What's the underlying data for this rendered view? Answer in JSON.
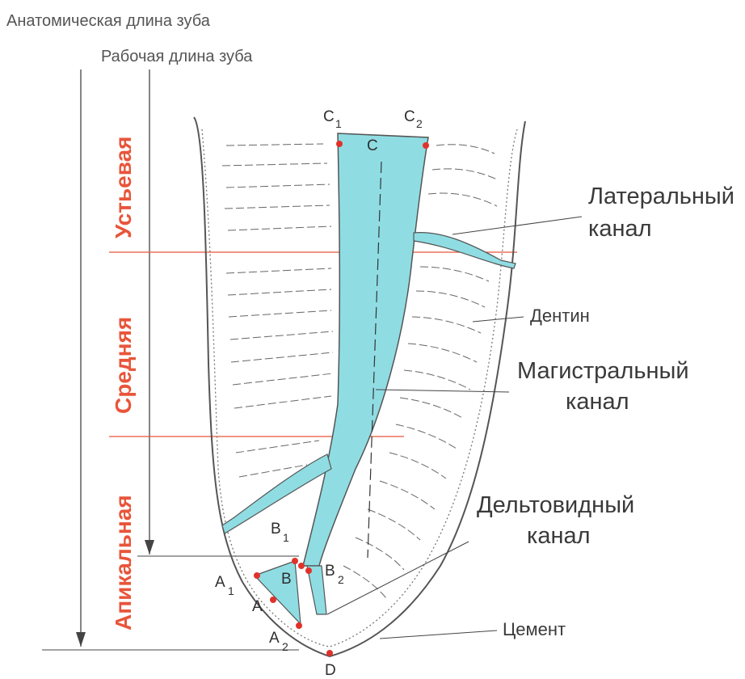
{
  "header": {
    "anatomical_length": "Анатомическая длина зуба",
    "working_length": "Рабочая длина зуба"
  },
  "zones": {
    "upper": "Устьевая",
    "middle": "Средняя",
    "apical": "Апикальная",
    "color": "#e8553a"
  },
  "labels": {
    "lateral_canal_1": "Латеральный",
    "lateral_canal_2": "канал",
    "dentin": "Дентин",
    "main_canal_1": "Магистральный",
    "main_canal_2": "канал",
    "deltoid_canal_1": "Дельтовидный",
    "deltoid_canal_2": "канал",
    "cement": "Цемент"
  },
  "points": {
    "c": "C",
    "c1": "C",
    "c1_sub": "1",
    "c2": "C",
    "c2_sub": "2",
    "b1": "B",
    "b1_sub": "1",
    "b": "B",
    "b2": "B",
    "b2_sub": "2",
    "a1": "A",
    "a1_sub": "1",
    "a": "A",
    "a2": "A",
    "a2_sub": "2",
    "d": "D"
  },
  "colors": {
    "canal_fill": "#8fdde3",
    "outline": "#555555",
    "point": "#e0322a"
  }
}
